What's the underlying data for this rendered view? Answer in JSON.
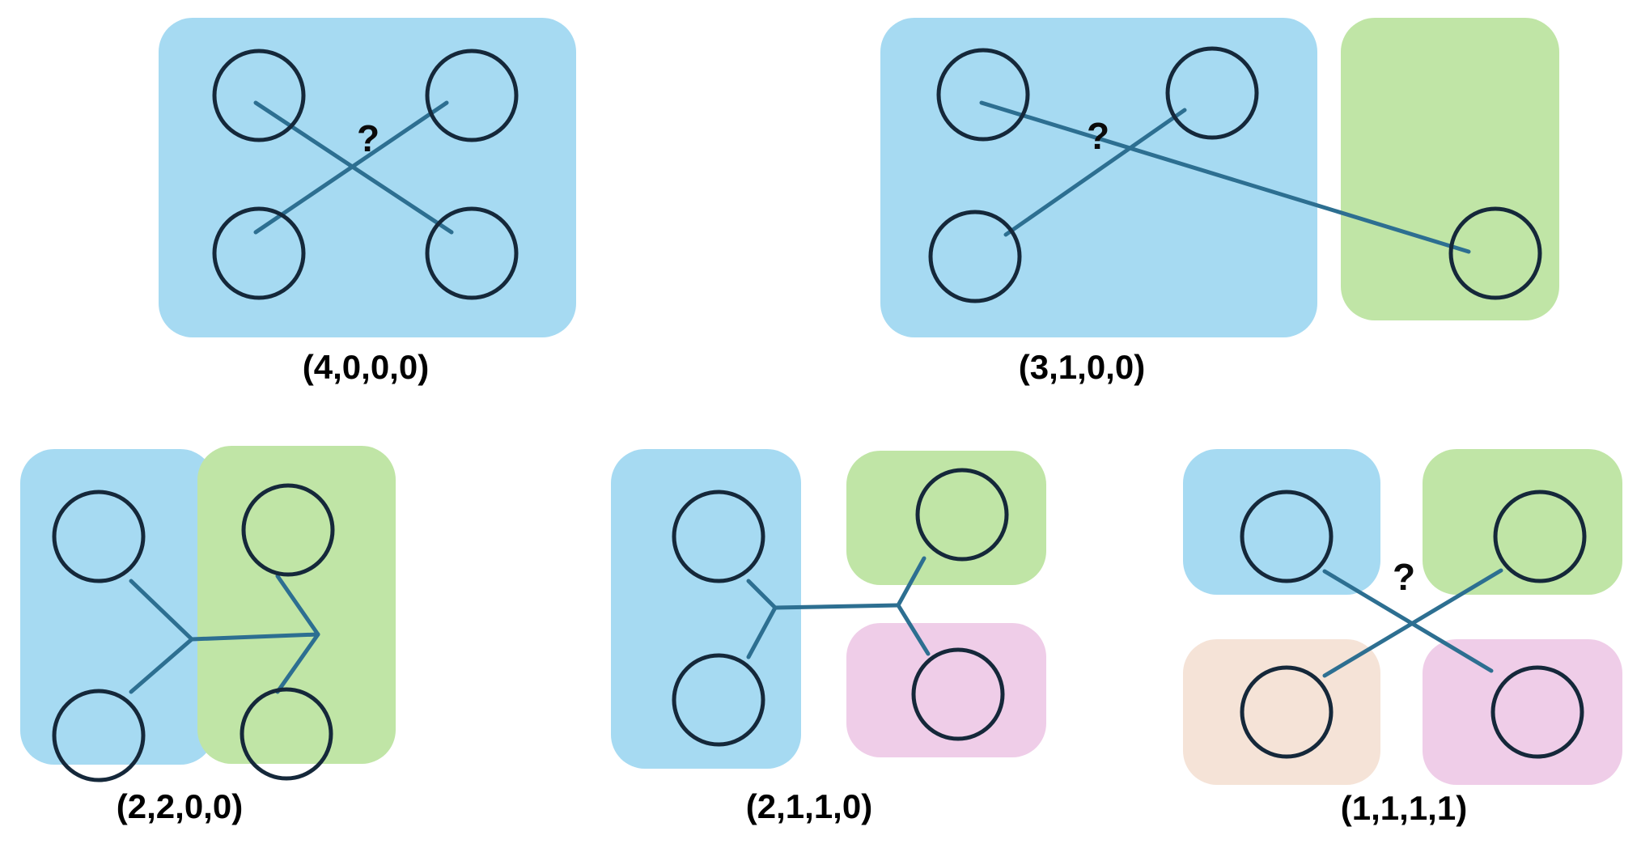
{
  "figure": {
    "background": "#ffffff",
    "node_stroke": "#15283a",
    "edge_color": "#2d6f91",
    "label_color": "#000000",
    "question_mark": "?"
  },
  "colors": {
    "blue": "#A6DAF2",
    "green": "#C0E5A6",
    "pink": "#EFCDE8",
    "peach": "#F5E3D7"
  },
  "chart_data": {
    "type": "diagram",
    "title": "",
    "description": "Five set-partition diagrams of four nodes, each labeled by its partition type vector",
    "panels": [
      {
        "id": "panel-4000",
        "label": "(4,0,0,0)",
        "blocks": [
          {
            "color": "blue",
            "node_count": 4
          }
        ],
        "nodes": 4,
        "edges": 2,
        "has_question_mark": true
      },
      {
        "id": "panel-3100",
        "label": "(3,1,0,0)",
        "blocks": [
          {
            "color": "blue",
            "node_count": 3
          },
          {
            "color": "green",
            "node_count": 1
          }
        ],
        "nodes": 4,
        "edges": 2,
        "has_question_mark": true
      },
      {
        "id": "panel-2200",
        "label": "(2,2,0,0)",
        "blocks": [
          {
            "color": "blue",
            "node_count": 2
          },
          {
            "color": "green",
            "node_count": 2
          }
        ],
        "nodes": 4,
        "edges": 5,
        "has_question_mark": false
      },
      {
        "id": "panel-2110",
        "label": "(2,1,1,0)",
        "blocks": [
          {
            "color": "blue",
            "node_count": 2
          },
          {
            "color": "green",
            "node_count": 1
          },
          {
            "color": "pink",
            "node_count": 1
          }
        ],
        "nodes": 4,
        "edges": 5,
        "has_question_mark": false
      },
      {
        "id": "panel-1111",
        "label": "(1,1,1,1)",
        "blocks": [
          {
            "color": "blue",
            "node_count": 1
          },
          {
            "color": "green",
            "node_count": 1
          },
          {
            "color": "peach",
            "node_count": 1
          },
          {
            "color": "pink",
            "node_count": 1
          }
        ],
        "nodes": 4,
        "edges": 2,
        "has_question_mark": true
      }
    ]
  },
  "labels": {
    "p1": "(4,0,0,0)",
    "p2": "(3,1,0,0)",
    "p3": "(2,2,0,0)",
    "p4": "(2,1,1,0)",
    "p5": "(1,1,1,1)"
  },
  "marks": {
    "q1": "?",
    "q2": "?",
    "q5": "?"
  }
}
